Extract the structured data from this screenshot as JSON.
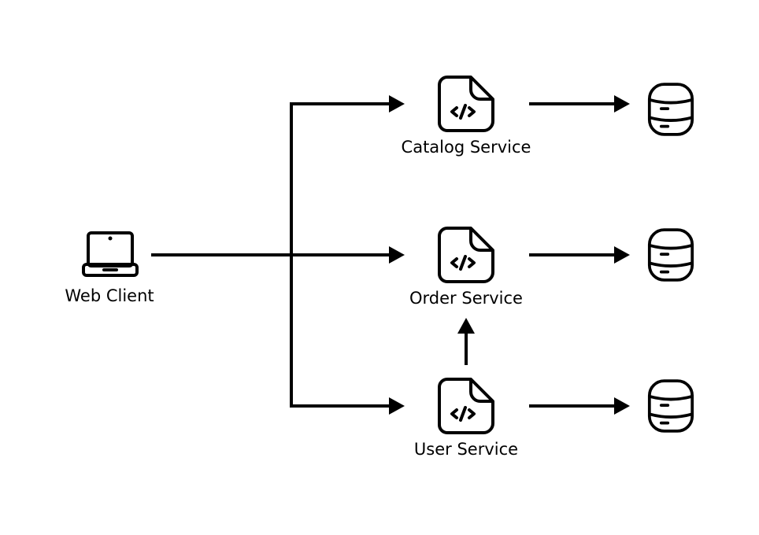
{
  "diagram": {
    "type": "architecture",
    "colors": {
      "stroke": "#000000",
      "background": "#ffffff"
    },
    "nodes": {
      "web_client": {
        "label": "Web Client",
        "icon": "laptop-icon"
      },
      "catalog_service": {
        "label": "Catalog Service",
        "icon": "code-file-icon"
      },
      "order_service": {
        "label": "Order Service",
        "icon": "code-file-icon"
      },
      "user_service": {
        "label": "User Service",
        "icon": "code-file-icon"
      },
      "catalog_db": {
        "label": "",
        "icon": "database-icon"
      },
      "order_db": {
        "label": "",
        "icon": "database-icon"
      },
      "user_db": {
        "label": "",
        "icon": "database-icon"
      }
    },
    "edges": [
      {
        "from": "web_client",
        "to": "catalog_service"
      },
      {
        "from": "web_client",
        "to": "order_service"
      },
      {
        "from": "web_client",
        "to": "user_service"
      },
      {
        "from": "catalog_service",
        "to": "catalog_db"
      },
      {
        "from": "order_service",
        "to": "order_db"
      },
      {
        "from": "user_service",
        "to": "user_db"
      },
      {
        "from": "user_service",
        "to": "order_service"
      }
    ]
  }
}
